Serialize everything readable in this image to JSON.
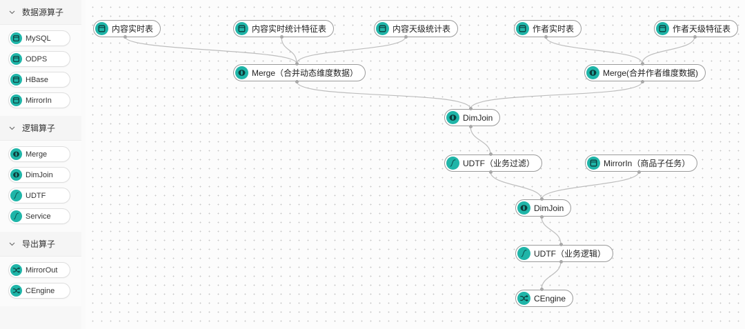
{
  "colors": {
    "accent": "#1fb5a8",
    "icon_dark": "#0d3b3a",
    "edge": "#bdbdbd",
    "node_border": "#9a9a9a"
  },
  "sidebar": {
    "groups": [
      {
        "title": "数据源算子",
        "expanded": true,
        "items": [
          {
            "label": "MySQL",
            "icon": "table-icon"
          },
          {
            "label": "ODPS",
            "icon": "table-icon"
          },
          {
            "label": "HBase",
            "icon": "table-icon"
          },
          {
            "label": "MirrorIn",
            "icon": "table-icon"
          }
        ]
      },
      {
        "title": "逻辑算子",
        "expanded": true,
        "items": [
          {
            "label": "Merge",
            "icon": "merge-icon"
          },
          {
            "label": "DimJoin",
            "icon": "merge-icon"
          },
          {
            "label": "UDTF",
            "icon": "function-icon"
          },
          {
            "label": "Service",
            "icon": "function-icon"
          }
        ]
      },
      {
        "title": "导出算子",
        "expanded": true,
        "items": [
          {
            "label": "MirrorOut",
            "icon": "shuffle-icon"
          },
          {
            "label": "CEngine",
            "icon": "shuffle-icon"
          }
        ]
      }
    ]
  },
  "canvas": {
    "nodes": [
      {
        "id": "n1",
        "label": "内容实时表",
        "icon": "table-icon"
      },
      {
        "id": "n2",
        "label": "内容实时统计特征表",
        "icon": "table-icon"
      },
      {
        "id": "n3",
        "label": "内容天级统计表",
        "icon": "table-icon"
      },
      {
        "id": "n4",
        "label": "作者实时表",
        "icon": "table-icon"
      },
      {
        "id": "n5",
        "label": "作者天级特征表",
        "icon": "table-icon"
      },
      {
        "id": "n6",
        "label": "Merge（合并动态维度数据）",
        "icon": "merge-icon"
      },
      {
        "id": "n7",
        "label": "Merge(合并作者维度数据)",
        "icon": "merge-icon"
      },
      {
        "id": "n8",
        "label": "DimJoin",
        "icon": "merge-icon"
      },
      {
        "id": "n9",
        "label": "UDTF（业务过滤）",
        "icon": "function-icon"
      },
      {
        "id": "n10",
        "label": "MirrorIn（商品子任务）",
        "icon": "table-icon"
      },
      {
        "id": "n11",
        "label": "DimJoin",
        "icon": "merge-icon"
      },
      {
        "id": "n12",
        "label": "UDTF（业务逻辑）",
        "icon": "function-icon"
      },
      {
        "id": "n13",
        "label": "CEngine",
        "icon": "shuffle-icon"
      }
    ],
    "edges": [
      [
        "n1",
        "n6"
      ],
      [
        "n2",
        "n6"
      ],
      [
        "n3",
        "n6"
      ],
      [
        "n4",
        "n7"
      ],
      [
        "n5",
        "n7"
      ],
      [
        "n6",
        "n8"
      ],
      [
        "n7",
        "n8"
      ],
      [
        "n8",
        "n9"
      ],
      [
        "n9",
        "n11"
      ],
      [
        "n10",
        "n11"
      ],
      [
        "n11",
        "n12"
      ],
      [
        "n12",
        "n13"
      ]
    ]
  }
}
